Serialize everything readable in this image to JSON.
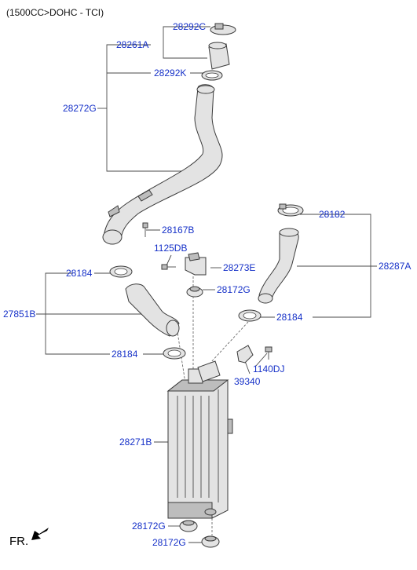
{
  "header": {
    "engine_note": "(1500CC>DOHC - TCI)"
  },
  "labels": {
    "p28292C": "28292C",
    "p28261A": "28261A",
    "p28292K": "28292K",
    "p28272G": "28272G",
    "p28167B": "28167B",
    "p1125DB": "1125DB",
    "p28273E": "28273E",
    "p28182": "28182",
    "p28287A": "28287A",
    "p28184_left_top": "28184",
    "p28172G_mid": "28172G",
    "p27851B": "27851B",
    "p28184_right": "28184",
    "p28184_left_bottom": "28184",
    "p1140DJ": "1140DJ",
    "p39340": "39340",
    "p28271B": "28271B",
    "p28172G_low1": "28172G",
    "p28172G_low2": "28172G"
  },
  "footer": {
    "front_marker": "FR."
  },
  "colors": {
    "label": "#1530c8",
    "line": "#4a4a4a",
    "part_fill": "#e3e3e3"
  }
}
